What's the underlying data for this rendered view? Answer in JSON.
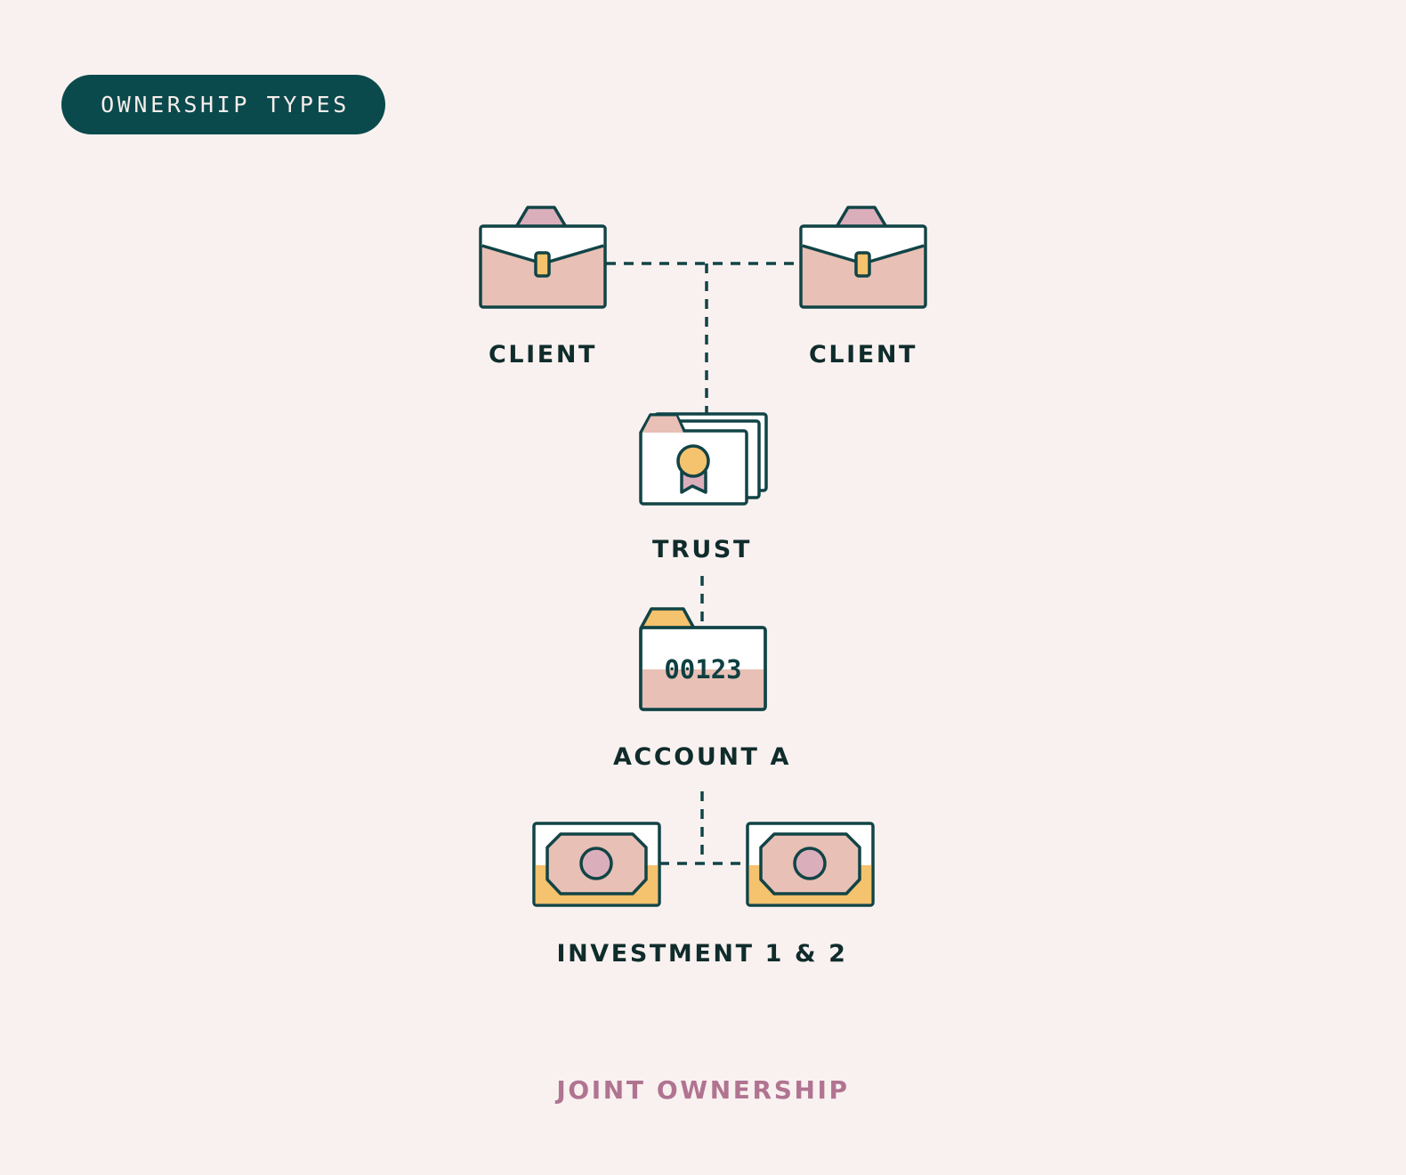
{
  "header": {
    "badge_label": "OWNERSHIP TYPES"
  },
  "nodes": {
    "client_left": {
      "label": "CLIENT",
      "icon": "briefcase-icon"
    },
    "client_right": {
      "label": "CLIENT",
      "icon": "briefcase-icon"
    },
    "trust": {
      "label": "TRUST",
      "icon": "certificate-folder-icon"
    },
    "account": {
      "label": "ACCOUNT A",
      "icon": "account-folder-icon",
      "number": "00123"
    },
    "investments": {
      "label": "INVESTMENT 1 & 2",
      "icon": "banknote-icon"
    }
  },
  "footer": {
    "caption": "JOINT OWNERSHIP"
  },
  "colors": {
    "background": "#f9f1f0",
    "dark_teal": "#0b4a4c",
    "stroke": "#114446",
    "pink": "#e8c0b5",
    "mauve": "#dbaebc",
    "gold": "#f5c26e",
    "caption": "#b07491"
  }
}
